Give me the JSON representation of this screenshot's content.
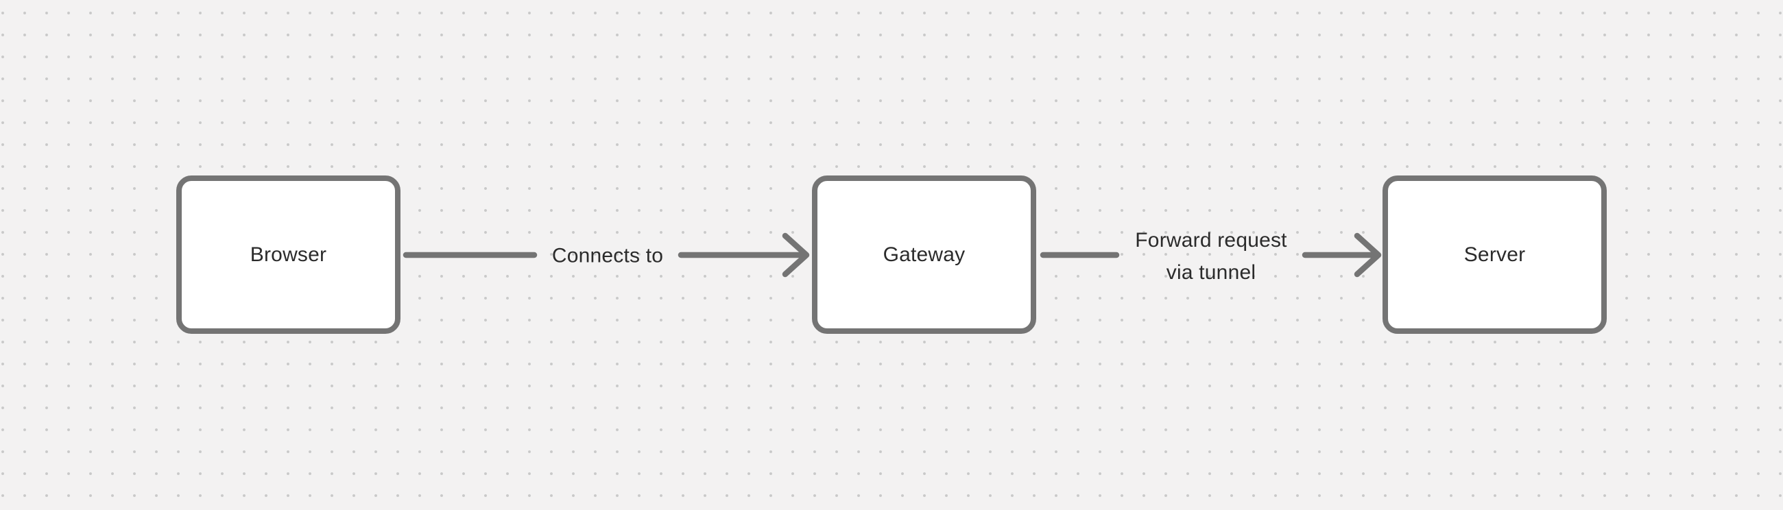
{
  "canvas": {
    "background_color": "#f3f2f2",
    "dot_grid_color": "#c9c9c9"
  },
  "diagram": {
    "stroke_color": "#747474",
    "node_fill_color": "#ffffff",
    "text_color": "#2b2b2b",
    "nodes": [
      {
        "id": "browser",
        "label": "Browser"
      },
      {
        "id": "gateway",
        "label": "Gateway"
      },
      {
        "id": "server",
        "label": "Server"
      }
    ],
    "connectors": [
      {
        "id": "browser-gateway",
        "from": "browser",
        "to": "gateway",
        "label": "Connects to"
      },
      {
        "id": "gateway-server",
        "from": "gateway",
        "to": "server",
        "label": "Forward request via tunnel"
      }
    ]
  }
}
